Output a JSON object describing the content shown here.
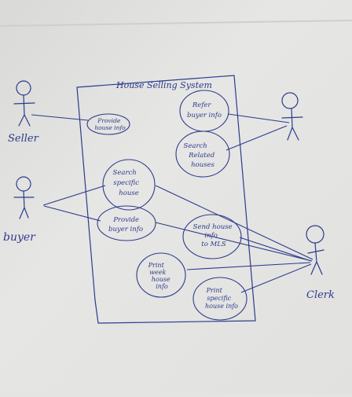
{
  "system": {
    "title": "House Selling System"
  },
  "actors": [
    {
      "id": "seller",
      "label": "Seller"
    },
    {
      "id": "buyer",
      "label": "buyer"
    },
    {
      "id": "clerk",
      "label": "Clerk"
    },
    {
      "id": "clerk-top",
      "label": ""
    }
  ],
  "usecases": [
    {
      "id": "provide-house-info",
      "lines": [
        "Provide",
        "house info"
      ]
    },
    {
      "id": "refer-buyer-info",
      "lines": [
        "Refer",
        "buyer info"
      ]
    },
    {
      "id": "search-related-houses",
      "lines": [
        "Search",
        "Related",
        "houses"
      ]
    },
    {
      "id": "search-specific-house",
      "lines": [
        "Search",
        "specific",
        "house"
      ]
    },
    {
      "id": "provide-buyer-info",
      "lines": [
        "Provide",
        "buyer info"
      ]
    },
    {
      "id": "send-house-info-to-mls",
      "lines": [
        "Send house",
        "info",
        "to MLS"
      ]
    },
    {
      "id": "print-weekly-house-info",
      "lines": [
        "Print",
        "week",
        "house",
        "info"
      ]
    },
    {
      "id": "print-specific-house-info",
      "lines": [
        "Print",
        "specific",
        "house info"
      ]
    }
  ],
  "colors": {
    "ink": "#2d3b8c",
    "paper": "#e4e4e2"
  }
}
